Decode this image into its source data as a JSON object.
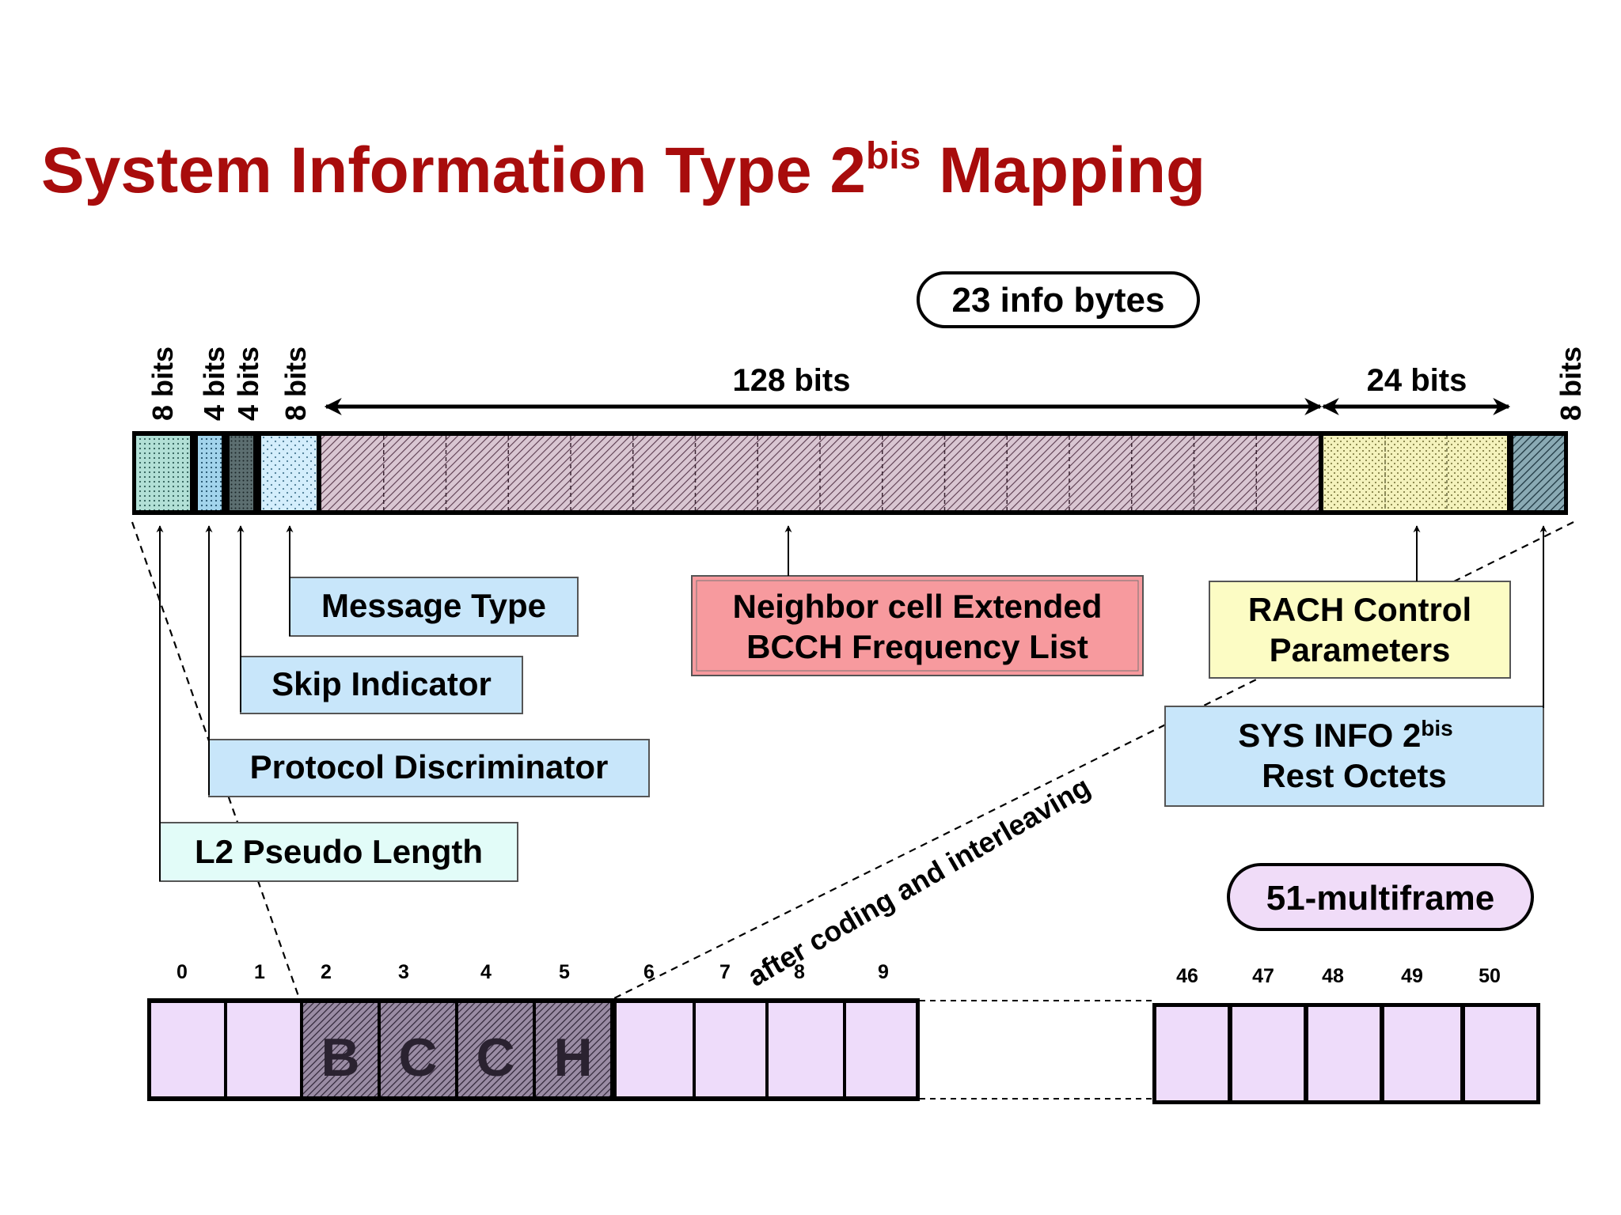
{
  "title": {
    "main": "System Information Type 2",
    "superscript": "bis",
    "suffix": " Mapping",
    "color": "#a80c0c"
  },
  "info_bytes_label": "23 info bytes",
  "field_bit_labels": [
    "8 bits",
    "4 bits",
    "4 bits",
    "8 bits",
    "8 bits"
  ],
  "span_labels": {
    "neighbor": "128  bits",
    "rach": "24  bits"
  },
  "fields": {
    "message_type": "Message Type",
    "skip_indicator": "Skip Indicator",
    "protocol_discriminator": "Protocol Discriminator",
    "l2_pseudo_length": "L2 Pseudo Length",
    "neighbor_line1": "Neighbor cell Extended",
    "neighbor_line2": "BCCH Frequency List",
    "rach_line1": "RACH Control",
    "rach_line2": "Parameters",
    "sysinfo_line1": "SYS INFO 2",
    "sysinfo_sup": "bis",
    "sysinfo_line2": "Rest Octets"
  },
  "annotation": "after coding and interleaving",
  "multiframe_label": "51-multiframe",
  "multiframe": {
    "left_numbers": [
      "0",
      "1",
      "2",
      "3",
      "4",
      "5",
      "6",
      "7",
      "8",
      "9"
    ],
    "right_numbers": [
      "46",
      "47",
      "48",
      "49",
      "50"
    ],
    "bcch_letters": [
      "B",
      "C",
      "C",
      "H"
    ]
  },
  "colors": {
    "l2_box": "#e2fcf8",
    "blue_box": "#c8e6fa",
    "neighbor_box": "#f79a9e",
    "rach_box": "#fcfcc4",
    "multiframe_pill": "#f0dcf8",
    "frame_cell": "#eedcfa",
    "l2_field": "#b2e0d6",
    "pd_field": "#a2d4ec",
    "si_field": "#5c6e70",
    "mt_field": "#d4eefc",
    "neighbor_field": "#cfb8c8",
    "rach_field": "#f4f2bc",
    "rest_field": "#7a9aa6"
  }
}
